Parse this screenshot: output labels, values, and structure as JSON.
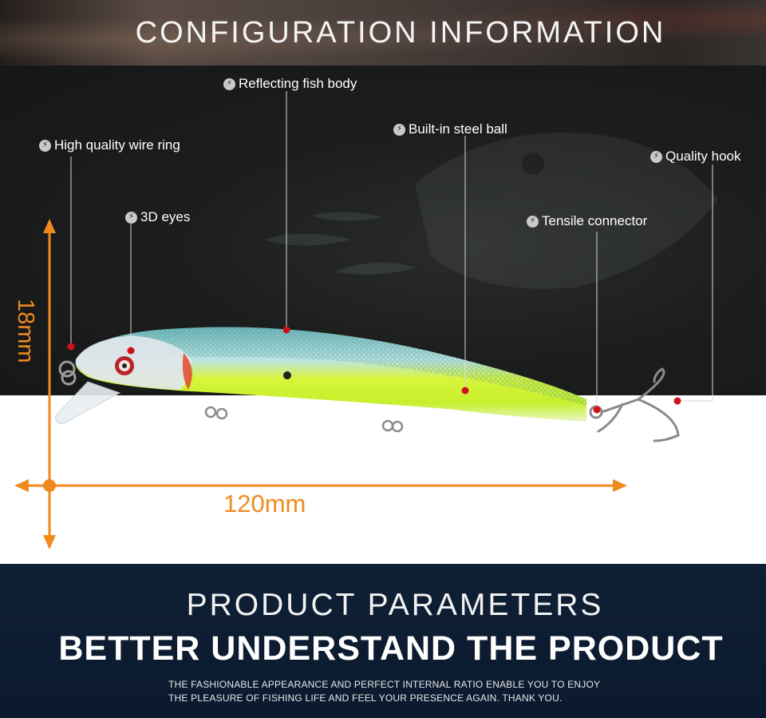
{
  "header": {
    "title": "CONFIGURATION INFORMATION"
  },
  "callouts": [
    {
      "label": "Reflecting fish body"
    },
    {
      "label": "High quality wire ring"
    },
    {
      "label": "Built-in steel ball"
    },
    {
      "label": "Quality hook"
    },
    {
      "label": "3D eyes"
    },
    {
      "label": "Tensile connector"
    }
  ],
  "dimensions": {
    "height": "18mm",
    "length": "120mm"
  },
  "colors": {
    "accent": "#f08a1e",
    "marker": "#d0111b",
    "footer_bg": "#0f1f35"
  },
  "footer": {
    "subtitle": "PRODUCT PARAMETERS",
    "headline": "BETTER UNDERSTAND THE PRODUCT",
    "note_line1": "THE FASHIONABLE APPEARANCE AND PERFECT INTERNAL RATIO ENABLE YOU TO ENJOY",
    "note_line2": "THE PLEASURE OF FISHING LIFE AND FEEL YOUR PRESENCE AGAIN. THANK YOU."
  }
}
